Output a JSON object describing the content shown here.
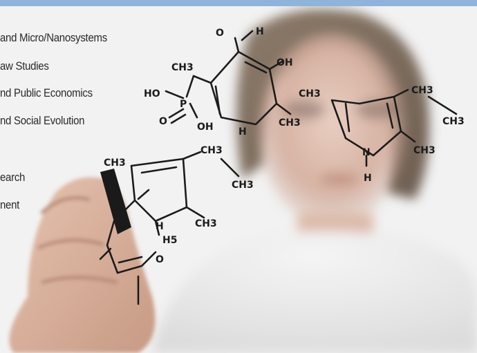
{
  "topics": [
    " and Micro/Nanosystems",
    "aw Studies",
    "nd Public Economics",
    "nd Social Evolution",
    "earch",
    "nent"
  ],
  "chem_labels": {
    "o1": "O",
    "h1": "H",
    "ch3a": "CH3",
    "oh1": "OH",
    "ho1": "HO",
    "p1": "P",
    "o2": "O",
    "oh2": "OH",
    "h2": "H",
    "ch3b": "CH3",
    "ch3c": "CH3",
    "ch3d": "CH3",
    "ch3e": "CH3",
    "n1": "N",
    "h3": "H",
    "ch3f": "CH3",
    "ch3g": "CH3",
    "ch3h": "CH3",
    "ch3i": "CH3",
    "ch3j": "CH3",
    "h4": "H",
    "h5": "H5",
    "o3": "O"
  },
  "colors": {
    "top_bar": "#8fb4dc",
    "ink": "#1b1b1b",
    "text": "#2a2a2a"
  }
}
